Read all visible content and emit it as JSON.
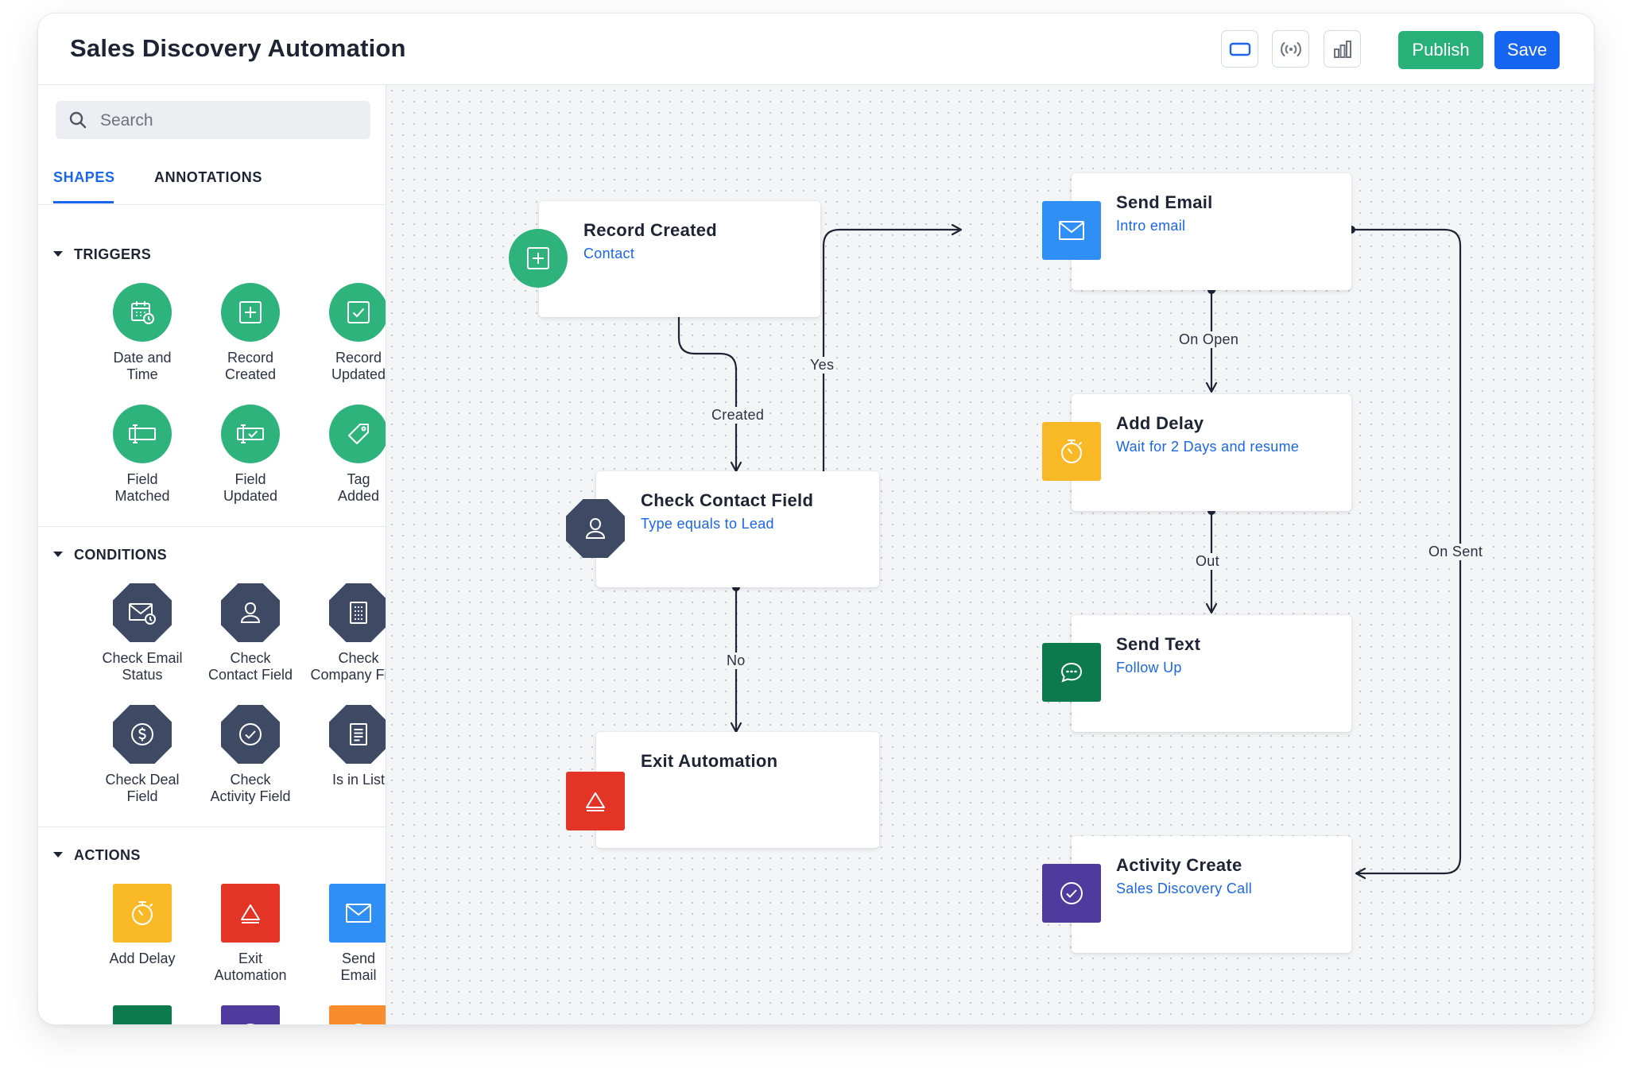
{
  "header": {
    "title": "Sales Discovery Automation",
    "tools": [
      {
        "icon": "fit-screen-icon"
      },
      {
        "icon": "broadcast-icon"
      },
      {
        "icon": "bar-chart-icon"
      }
    ],
    "publish_label": "Publish",
    "save_label": "Save"
  },
  "sidebar": {
    "search": {
      "placeholder": "Search"
    },
    "tabs": [
      {
        "label": "SHAPES",
        "active": true
      },
      {
        "label": "ANNOTATIONS",
        "active": false
      }
    ],
    "sections": {
      "triggers": {
        "label": "TRIGGERS",
        "items": [
          {
            "label": "Date and\nTime",
            "icon": "calendar-clock-icon"
          },
          {
            "label": "Record\nCreated",
            "icon": "plus-square-icon"
          },
          {
            "label": "Record\nUpdated",
            "icon": "check-square-icon"
          },
          {
            "label": "Field\nMatched",
            "icon": "field-icon"
          },
          {
            "label": "Field\nUpdated",
            "icon": "field-check-icon"
          },
          {
            "label": "Tag\nAdded",
            "icon": "tag-icon"
          }
        ]
      },
      "conditions": {
        "label": "CONDITIONS",
        "items": [
          {
            "label": "Check Email\nStatus",
            "icon": "mail-clock-icon"
          },
          {
            "label": "Check\nContact Field",
            "icon": "user-icon"
          },
          {
            "label": "Check\nCompany Field",
            "icon": "building-icon"
          },
          {
            "label": "Check Deal\nField",
            "icon": "dollar-icon"
          },
          {
            "label": "Check\nActivity Field",
            "icon": "check-circle-icon"
          },
          {
            "label": "Is in List",
            "icon": "list-icon"
          }
        ]
      },
      "actions": {
        "label": "ACTIONS",
        "items": [
          {
            "label": "Add Delay",
            "icon": "stopwatch-icon",
            "color": "#f9b927"
          },
          {
            "label": "Exit\nAutomation",
            "icon": "warning-icon",
            "color": "#e33425"
          },
          {
            "label": "Send\nEmail",
            "icon": "mail-icon",
            "color": "#2f8ff5"
          },
          {
            "label": "",
            "icon": "chat-icon",
            "color": "#0c7a4c"
          },
          {
            "label": "",
            "icon": "check-circle-icon",
            "color": "#4f3a9e"
          },
          {
            "label": "",
            "icon": "dollar-icon",
            "color": "#f98d2d"
          }
        ]
      }
    }
  },
  "canvas": {
    "nodes": {
      "record_created": {
        "title": "Record Created",
        "subtitle": "Contact",
        "icon": "plus-square-icon",
        "color": "#2fb37c"
      },
      "check_contact": {
        "title": "Check Contact Field",
        "subtitle": "Type equals to Lead",
        "icon": "user-icon",
        "color": "#3e4a63"
      },
      "exit_automation": {
        "title": "Exit Automation",
        "subtitle": "",
        "icon": "warning-icon",
        "color": "#e33425"
      },
      "send_email": {
        "title": "Send Email",
        "subtitle": "Intro email",
        "icon": "mail-icon",
        "color": "#2f8ff5"
      },
      "add_delay": {
        "title": "Add Delay",
        "subtitle": "Wait for 2 Days and resume",
        "icon": "stopwatch-icon",
        "color": "#f9b927"
      },
      "send_text": {
        "title": "Send Text",
        "subtitle": "Follow Up",
        "icon": "chat-icon",
        "color": "#0c7a4c"
      },
      "activity_create": {
        "title": "Activity Create",
        "subtitle": "Sales Discovery Call",
        "icon": "check-circle-icon",
        "color": "#4f3a9e"
      }
    },
    "edges": {
      "created": "Created",
      "yes": "Yes",
      "no": "No",
      "on_open": "On Open",
      "out": "Out",
      "on_sent": "On Sent"
    }
  },
  "colors": {
    "accent": "#1565f0",
    "publish": "#27b078",
    "trigger_green": "#2fb37c",
    "condition_slate": "#3e4a63",
    "link_blue": "#1a66e8",
    "connector": "#1e2433"
  }
}
